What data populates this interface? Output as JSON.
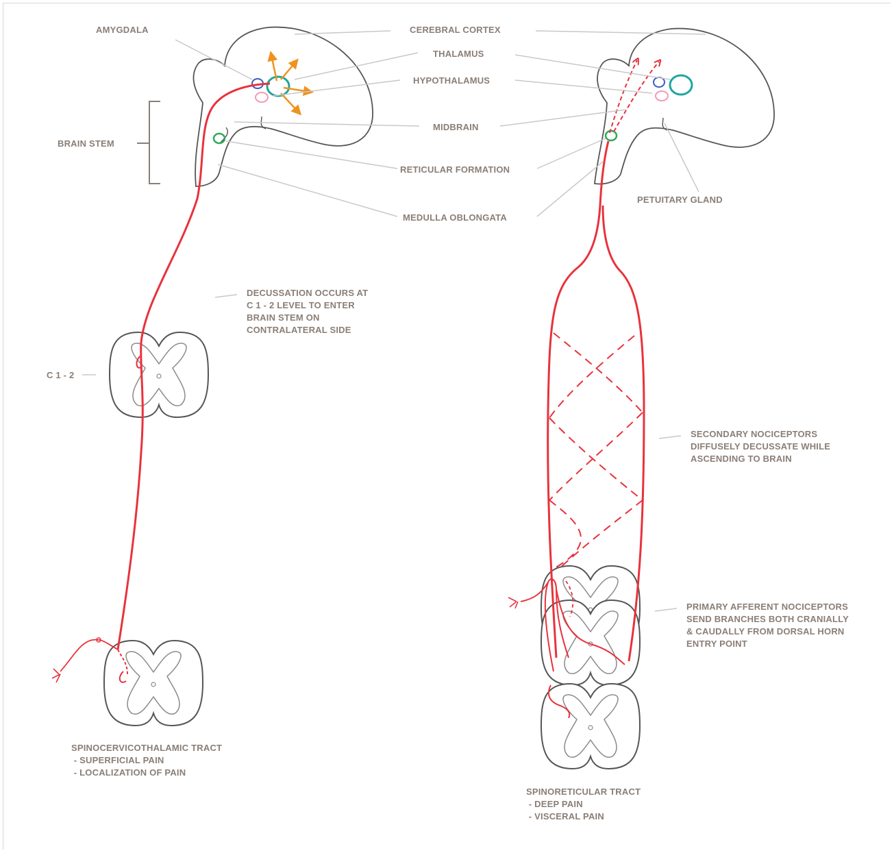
{
  "labels": {
    "amygdala": "AMYGDALA",
    "cerebral_cortex": "CEREBRAL CORTEX",
    "thalamus": "THALAMUS",
    "hypothalamus": "HYPOTHALAMUS",
    "midbrain": "MIDBRAIN",
    "reticular_formation": "RETICULAR FORMATION",
    "medulla_oblongata": "MEDULLA OBLONGATA",
    "brain_stem": "BRAIN STEM",
    "pituitary_gland": "PETUITARY GLAND",
    "c12": "C 1 - 2",
    "decussation": [
      "DECUSSATION OCCURS AT",
      "C 1 - 2 LEVEL TO ENTER",
      "BRAIN STEM ON",
      "CONTRALATERAL SIDE"
    ],
    "secondary": [
      "SECONDARY NOCICEPTORS",
      "DIFFUSELY DECUSSATE WHILE",
      "ASCENDING TO BRAIN"
    ],
    "primary": [
      "PRIMARY AFFERENT NOCICEPTORS",
      "SEND BRANCHES BOTH CRANIALLY",
      "& CAUDALLY FROM DORSAL HORN",
      "ENTRY POINT"
    ],
    "spinocervico": [
      "SPINOCERVICOTHALAMIC TRACT",
      " - SUPERFICIAL PAIN",
      " - LOCALIZATION OF PAIN"
    ],
    "spinoreticular": [
      "SPINORETICULAR TRACT",
      " - DEEP PAIN",
      " - VISCERAL PAIN"
    ]
  },
  "colors": {
    "tract": "#e8323c",
    "outline": "#555555",
    "leader": "#c8c8c8",
    "thalamus": "#1fa5a0",
    "amygdala": "#3b5cc4",
    "hypothalamus": "#f29ab6",
    "reticular": "#2eaa5a",
    "projection_arrows": "#f0921e",
    "text": "#8a7e76"
  }
}
